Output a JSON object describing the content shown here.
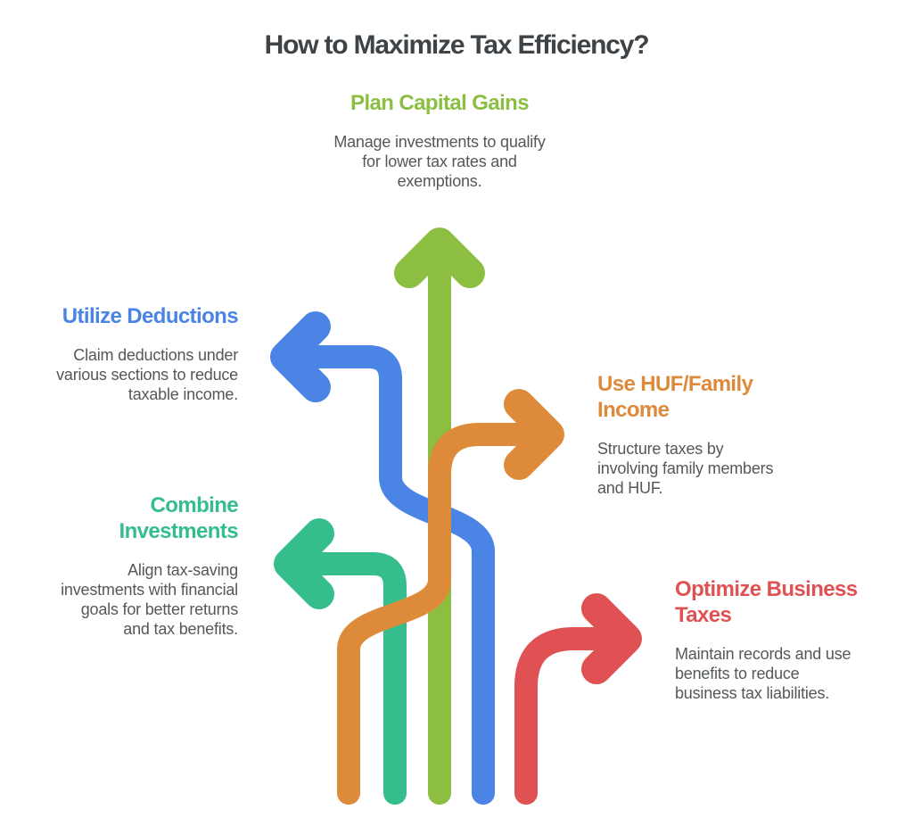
{
  "title": "How to Maximize Tax Efficiency?",
  "background_color": "#ffffff",
  "title_color": "#3e4347",
  "body_text_color": "#54585b",
  "sections": [
    {
      "heading": "Plan Capital Gains",
      "description": "Manage investments to qualify\nfor lower tax rates and\nexemptions.",
      "color": "#8cbe41",
      "arrow_direction": "up"
    },
    {
      "heading": "Utilize Deductions",
      "description": "Claim deductions under\nvarious sections to reduce\ntaxable income.",
      "color": "#4a84e4",
      "arrow_direction": "left"
    },
    {
      "heading": "Use HUF/Family\nIncome",
      "description": "Structure taxes by\ninvolving family members\nand HUF.",
      "color": "#dd8b3b",
      "arrow_direction": "right"
    },
    {
      "heading": "Combine\nInvestments",
      "description": "Align tax-saving\ninvestments with financial\ngoals for better returns\nand tax benefits.",
      "color": "#36bd8c",
      "arrow_direction": "left"
    },
    {
      "heading": "Optimize Business\nTaxes",
      "description": "Maintain records and use\nbenefits to reduce\nbusiness tax liabilities.",
      "color": "#e05153",
      "arrow_direction": "right"
    }
  ]
}
